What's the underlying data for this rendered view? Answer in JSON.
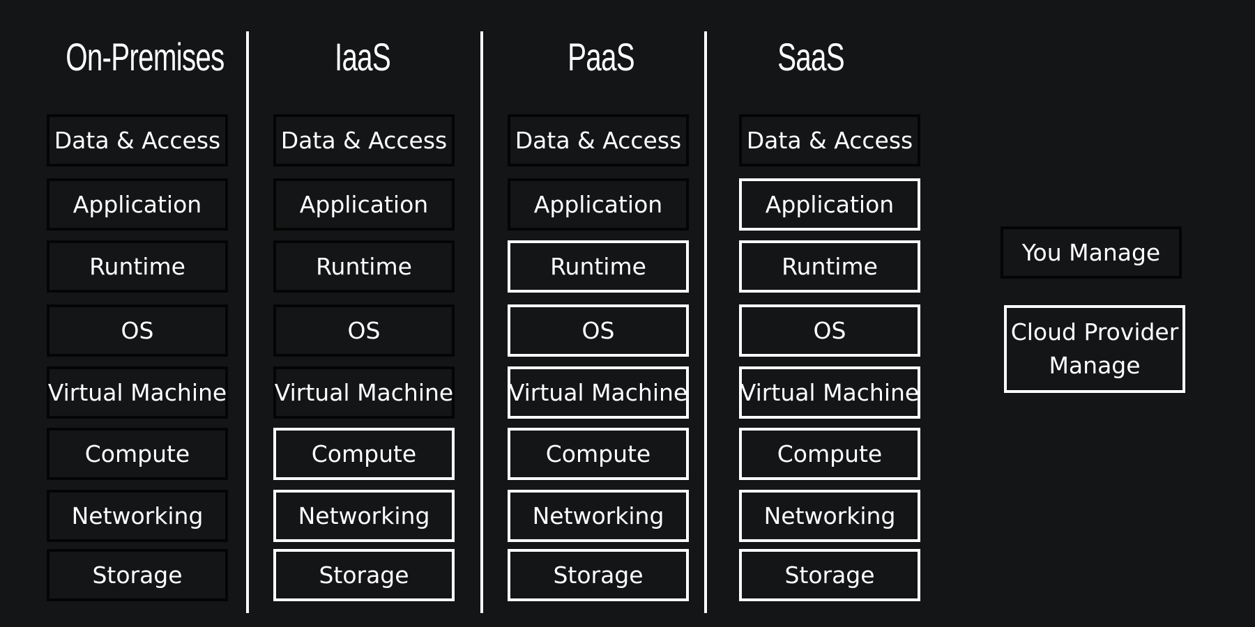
{
  "columns": [
    {
      "title": "On-Premises",
      "layers": [
        {
          "label": "Data & Access",
          "managed_by": "you"
        },
        {
          "label": "Application",
          "managed_by": "you"
        },
        {
          "label": "Runtime",
          "managed_by": "you"
        },
        {
          "label": "OS",
          "managed_by": "you"
        },
        {
          "label": "Virtual Machine",
          "managed_by": "you"
        },
        {
          "label": "Compute",
          "managed_by": "you"
        },
        {
          "label": "Networking",
          "managed_by": "you"
        },
        {
          "label": "Storage",
          "managed_by": "you"
        }
      ]
    },
    {
      "title": "IaaS",
      "layers": [
        {
          "label": "Data & Access",
          "managed_by": "you"
        },
        {
          "label": "Application",
          "managed_by": "you"
        },
        {
          "label": "Runtime",
          "managed_by": "you"
        },
        {
          "label": "OS",
          "managed_by": "you"
        },
        {
          "label": "Virtual Machine",
          "managed_by": "you"
        },
        {
          "label": "Compute",
          "managed_by": "provider"
        },
        {
          "label": "Networking",
          "managed_by": "provider"
        },
        {
          "label": "Storage",
          "managed_by": "provider"
        }
      ]
    },
    {
      "title": "PaaS",
      "layers": [
        {
          "label": "Data & Access",
          "managed_by": "you"
        },
        {
          "label": "Application",
          "managed_by": "you"
        },
        {
          "label": "Runtime",
          "managed_by": "provider"
        },
        {
          "label": "OS",
          "managed_by": "provider"
        },
        {
          "label": "Virtual Machine",
          "managed_by": "provider"
        },
        {
          "label": "Compute",
          "managed_by": "provider"
        },
        {
          "label": "Networking",
          "managed_by": "provider"
        },
        {
          "label": "Storage",
          "managed_by": "provider"
        }
      ]
    },
    {
      "title": "SaaS",
      "layers": [
        {
          "label": "Data & Access",
          "managed_by": "you"
        },
        {
          "label": "Application",
          "managed_by": "provider"
        },
        {
          "label": "Runtime",
          "managed_by": "provider"
        },
        {
          "label": "OS",
          "managed_by": "provider"
        },
        {
          "label": "Virtual Machine",
          "managed_by": "provider"
        },
        {
          "label": "Compute",
          "managed_by": "provider"
        },
        {
          "label": "Networking",
          "managed_by": "provider"
        },
        {
          "label": "Storage",
          "managed_by": "provider"
        }
      ]
    }
  ],
  "legend": {
    "you_label": "You Manage",
    "provider_label": "Cloud Provider Manage"
  },
  "colors": {
    "background": "#141517",
    "you_border": "#050505",
    "provider_border": "#ffffff",
    "text": "#ffffff"
  }
}
